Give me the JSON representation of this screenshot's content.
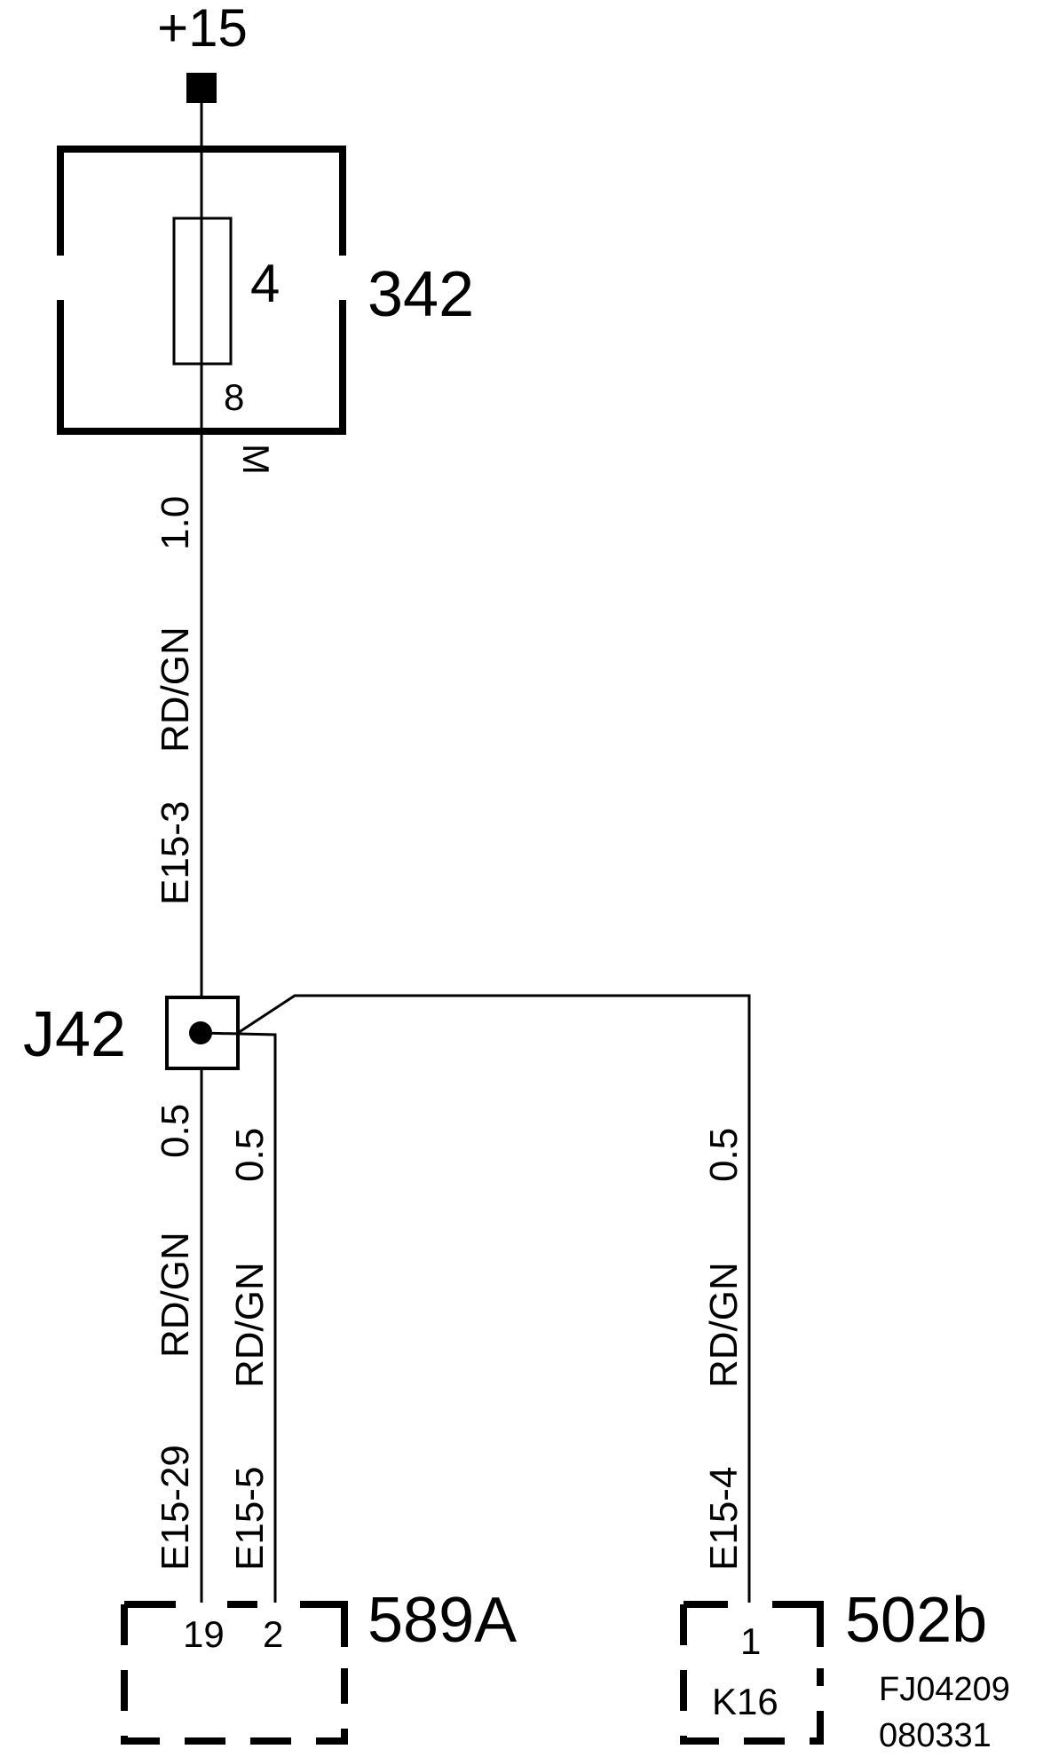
{
  "supply": {
    "label": "+15"
  },
  "fuse_box": {
    "id": "342",
    "fuse_number": "4",
    "terminal": "8",
    "connector_side": "M"
  },
  "wire_main": {
    "size": "1.0",
    "color": "RD/GN",
    "connector": "E15-3"
  },
  "junction": {
    "id": "J42"
  },
  "branch_a": {
    "size": "0.5",
    "color": "RD/GN",
    "connector": "E15-29"
  },
  "branch_b": {
    "size": "0.5",
    "color": "RD/GN",
    "connector": "E15-5"
  },
  "branch_c": {
    "size": "0.5",
    "color": "RD/GN",
    "connector": "E15-4"
  },
  "component_589a": {
    "id": "589A",
    "pin_a": "19",
    "pin_b": "2"
  },
  "component_502b": {
    "id": "502b",
    "pin": "1",
    "connector": "K16"
  },
  "doc_ref": {
    "code": "FJ04209",
    "date": "080331"
  }
}
